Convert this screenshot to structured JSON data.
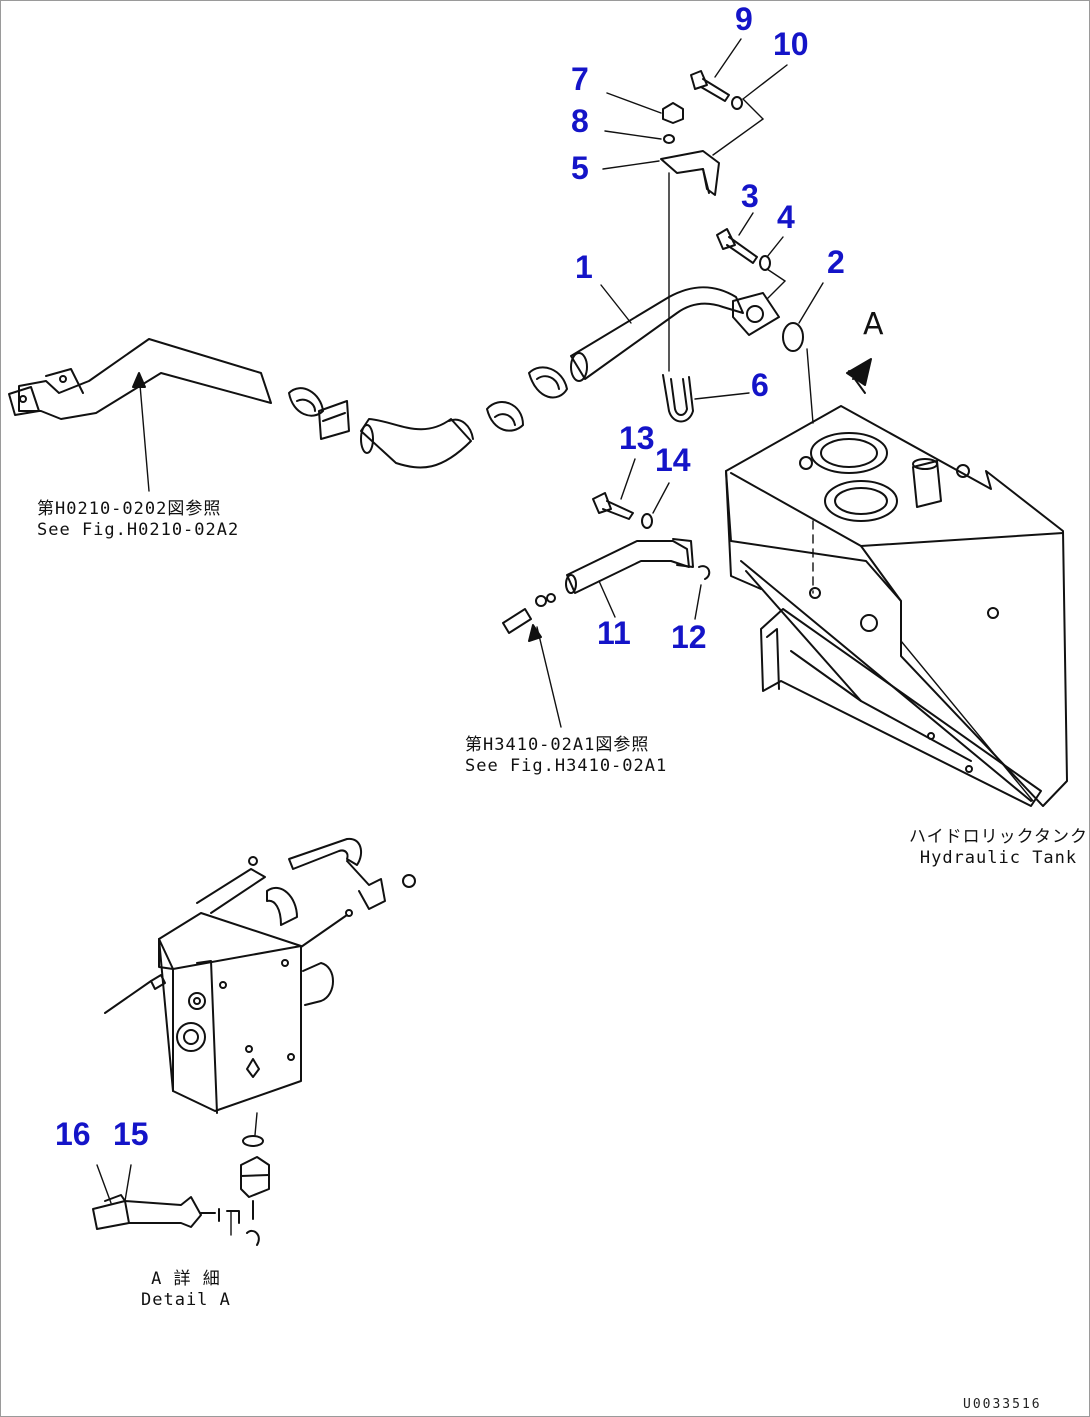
{
  "diagram": {
    "callouts": [
      "1",
      "2",
      "3",
      "4",
      "5",
      "6",
      "7",
      "8",
      "9",
      "10",
      "11",
      "12",
      "13",
      "14",
      "15",
      "16"
    ],
    "notes": {
      "ref_h0210_jp": "第H0210-0202図参照",
      "ref_h0210_en": "See Fig.H0210-02A2",
      "ref_h3410_jp": "第H3410-02A1図参照",
      "ref_h3410_en": "See Fig.H3410-02A1",
      "tank_jp": "ハイドロリックタンク",
      "tank_en": "Hydraulic Tank",
      "detail_jp": "A 詳 細",
      "detail_en": "Detail A",
      "view_letter": "A",
      "figure_code": "U0033516"
    },
    "colors": {
      "callout": "#1414c8",
      "line": "#111111"
    }
  }
}
